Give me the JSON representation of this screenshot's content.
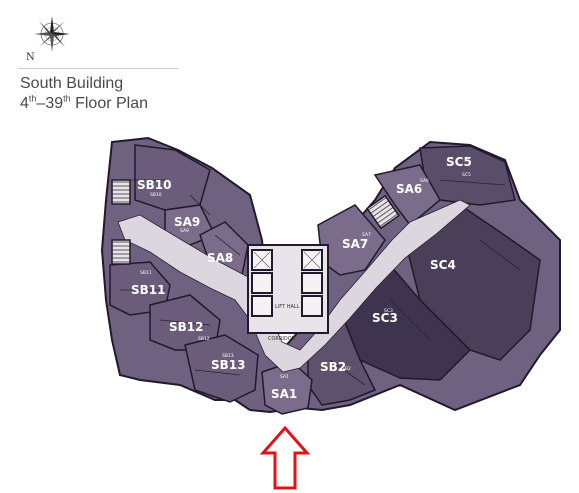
{
  "header": {
    "compass_letter": "N",
    "title": "South Building",
    "subtitle": {
      "floor_start": "4",
      "start_suffix": "th",
      "dash": "–39",
      "end_suffix": "th",
      "rest": " Floor Plan"
    }
  },
  "colors": {
    "unit": "#6f6180",
    "unit_dark": "#3f3450",
    "wall": "#211a2c",
    "corridor": "#dcd6df",
    "arrow": "#e1131a"
  },
  "plan": {
    "lift_hall": "LIFT HALL",
    "corridor": "CORRIDOR",
    "units": {
      "SB10": "SB10",
      "SA9": "SA9",
      "SA8": "SA8",
      "SB11": "SB11",
      "SB12": "SB12",
      "SB13": "SB13",
      "SA1": "SA1",
      "SB2": "SB2",
      "SC3": "SC3",
      "SC4": "SC4",
      "SA7": "SA7",
      "SA6": "SA6",
      "SC5": "SC5"
    }
  },
  "entrance": {
    "icon": "up-arrow-icon"
  }
}
